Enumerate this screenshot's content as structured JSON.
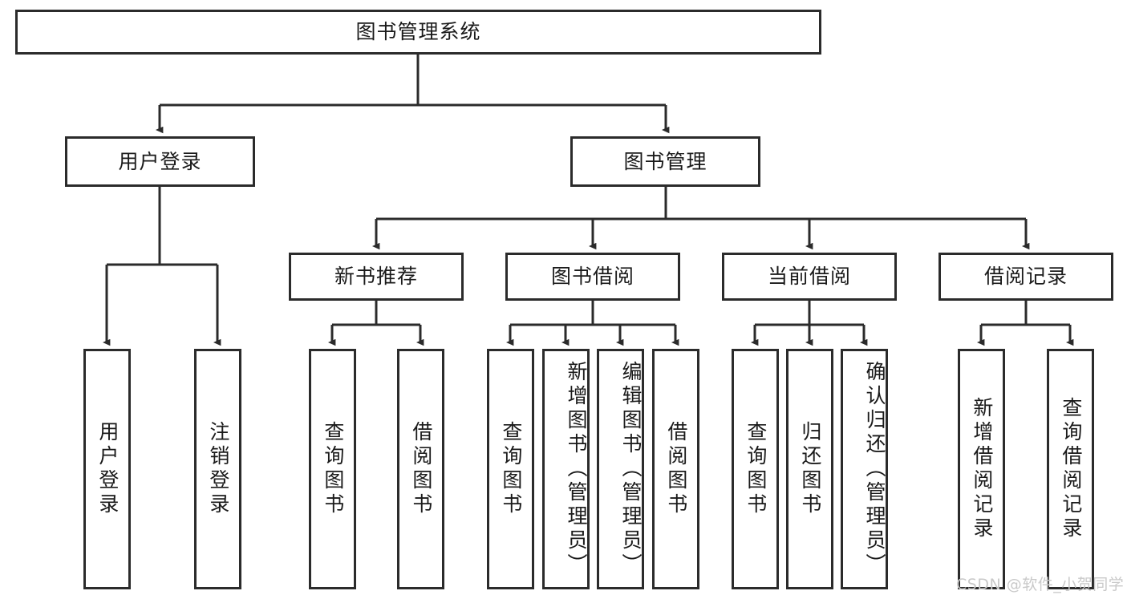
{
  "diagram": {
    "type": "tree-hierarchy-chart",
    "title_node": {
      "label": "图书管理系统"
    },
    "level2": [
      {
        "id": "user-login",
        "label": "用户登录"
      },
      {
        "id": "book-management",
        "label": "图书管理"
      }
    ],
    "level3": [
      {
        "id": "new-book-recommend",
        "label": "新书推荐"
      },
      {
        "id": "book-borrow",
        "label": "图书借阅"
      },
      {
        "id": "current-borrow",
        "label": "当前借阅"
      },
      {
        "id": "borrow-record",
        "label": "借阅记录"
      }
    ],
    "leaves": {
      "user_login": [
        {
          "id": "leaf-user-login",
          "label": "用户登录"
        },
        {
          "id": "leaf-logout-login",
          "label": "注销登录"
        }
      ],
      "new_book_recommend": [
        {
          "id": "leaf-query-book-1",
          "label": "查询图书"
        },
        {
          "id": "leaf-borrow-book-1",
          "label": "借阅图书"
        }
      ],
      "book_borrow": [
        {
          "id": "leaf-query-book-2",
          "label": "查询图书"
        },
        {
          "id": "leaf-add-book",
          "label": "新增图书（管理员）"
        },
        {
          "id": "leaf-edit-book",
          "label": "编辑图书（管理员）"
        },
        {
          "id": "leaf-borrow-book-2",
          "label": "借阅图书"
        }
      ],
      "current_borrow": [
        {
          "id": "leaf-query-book-3",
          "label": "查询图书"
        },
        {
          "id": "leaf-return-book",
          "label": "归还图书"
        },
        {
          "id": "leaf-confirm-return",
          "label": "确认归还（管理员）"
        }
      ],
      "borrow_record": [
        {
          "id": "leaf-add-record",
          "label": "新增借阅记录"
        },
        {
          "id": "leaf-query-record",
          "label": "查询借阅记录"
        }
      ]
    },
    "colors": {
      "stroke": "#2b2b2b",
      "fill": "#ffffff",
      "text": "#1a1a1a",
      "watermark": "#c9c9c9"
    }
  },
  "watermark": {
    "text": "CSDN @软件_小贺同学"
  }
}
